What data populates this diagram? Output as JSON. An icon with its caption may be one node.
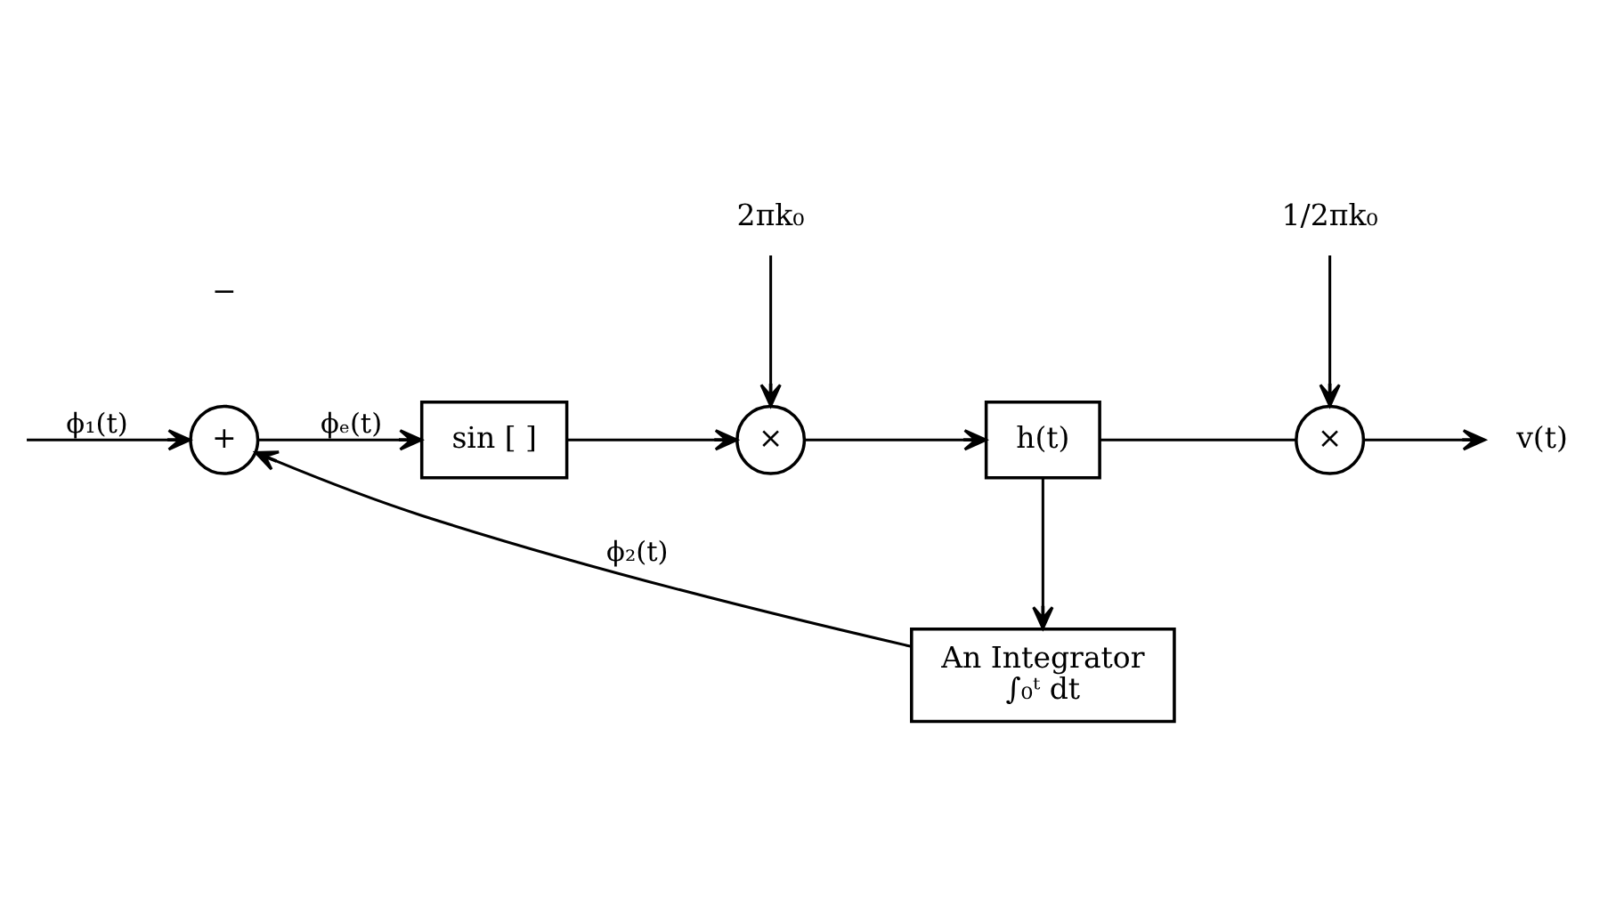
{
  "diagram": {
    "nodes": [
      {
        "text": [
          "+"
        ]
      },
      {
        "text": [
          "sin [ ]"
        ]
      },
      {
        "text": [
          "×"
        ]
      },
      {
        "text": [
          "h(t)"
        ]
      },
      {
        "text": [
          "×"
        ]
      },
      {
        "text": [
          "An Integrator",
          "∫₀ᵗ dt"
        ]
      },
      {
        "text": [
          "2πk₀"
        ]
      },
      {
        "text": [
          "1/2πk₀"
        ]
      },
      {
        "text": [
          "v(t)"
        ]
      }
    ],
    "edges": [
      {
        "from": null,
        "to": 0,
        "arrow": "to",
        "label": "ϕ₁(t)"
      },
      {
        "from": 0,
        "to": 1,
        "arrow": "to",
        "label": "ϕₑ(t)"
      },
      {
        "from": 1,
        "to": 2,
        "arrow": "to"
      },
      {
        "from": 6,
        "to": 2,
        "arrow": "to"
      },
      {
        "from": 2,
        "to": 3,
        "arrow": "to"
      },
      {
        "from": 3,
        "to": 4,
        "arrow": "none"
      },
      {
        "from": 7,
        "to": 4,
        "arrow": "to"
      },
      {
        "from": 4,
        "to": 8,
        "arrow": "to"
      },
      {
        "from": 3,
        "to": 5,
        "arrow": "to"
      },
      {
        "from": 5,
        "to": 0,
        "arrow": "to",
        "label": "ϕ₂(t)"
      }
    ],
    "labels": [
      "−"
    ]
  }
}
